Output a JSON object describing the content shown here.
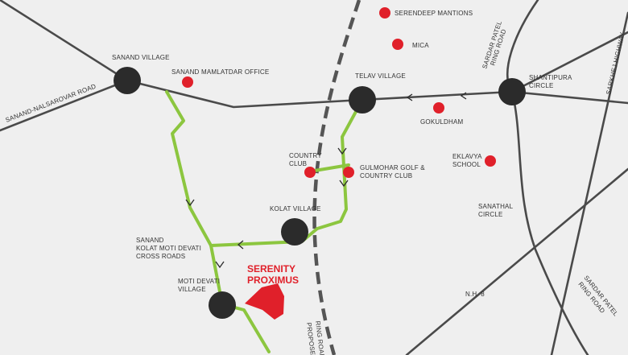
{
  "map": {
    "project": {
      "line1": "SERENITY",
      "line2": "PROXIMUS"
    },
    "places": {
      "serendeep": "SERENDEEP MANTIONS",
      "mica": "MICA",
      "sanand_village": "SANAND VILLAGE",
      "sanand_mamlatdar": "SANAND MAMLATDAR OFFICE",
      "telav_village": "TELAV VILLAGE",
      "shantipura_1": "SHANTIPURA",
      "shantipura_2": "CIRCLE",
      "gokuldham": "GOKULDHAM",
      "country_club_1": "COUNTRY",
      "country_club_2": "CLUB",
      "gulmohar_1": "GULMOHAR GOLF &",
      "gulmohar_2": "COUNTRY CLUB",
      "eklavya_1": "EKLAVYA",
      "eklavya_2": "SCHOOL",
      "kolat_village": "KOLAT VILLAGE",
      "sanathal_1": "SANATHAL",
      "sanathal_2": "CIRCLE",
      "cross_1": "SANAND",
      "cross_2": "KOLAT MOTI DEVATI",
      "cross_3": "CROSS ROADS",
      "moti_devati_1": "MOTI DEVATI",
      "moti_devati_2": "VILLAGE",
      "nh8": "N.H. 8"
    },
    "roads": {
      "sanand_nalsarovar": "SANAND-NALSAROVAR ROAD",
      "sardar_patel_top_1": "SARDAR PATEL",
      "sardar_patel_top_2": "RING ROAD",
      "sarkhej_highway": "SARKHEJ HIGHWAY",
      "sardar_patel_bottom_1": "SARDAR PATEL",
      "sardar_patel_bottom_2": "RING ROAD",
      "proposed_1": "PROPOSED",
      "proposed_2": "RING ROAD"
    },
    "colors": {
      "background": "#efefef",
      "road": "#4a4a4a",
      "route": "#8cc63f",
      "landmark": "#e0202a",
      "junction": "#2b2b2b",
      "proposed_road": "#555555"
    }
  }
}
